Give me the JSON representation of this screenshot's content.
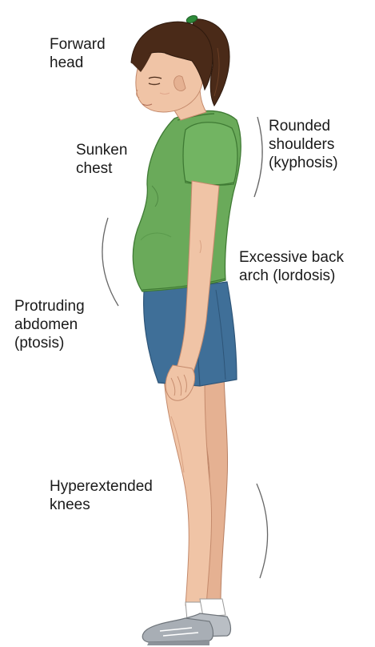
{
  "labels": {
    "forward_head": "Forward\nhead",
    "sunken_chest": "Sunken\nchest",
    "rounded_shoulders": "Rounded\nshoulders\n(kyphosis)",
    "excessive_back_arch": "Excessive back\narch (lordosis)",
    "protruding_abdomen": "Protruding\nabdomen\n(ptosis)",
    "hyperextended_knees": "Hyperextended\nknees"
  },
  "colors": {
    "shirt": "#6aaa5a",
    "shirt_shadow": "#4f8a43",
    "shorts": "#3f6f98",
    "shorts_shadow": "#2e5578",
    "skin": "#f0c4a6",
    "skin_shadow": "#d9a283",
    "hair": "#4a2a18",
    "hair_tie": "#2e8b3a",
    "sock": "#ffffff",
    "shoe": "#a8aeb5",
    "callout_line": "#666666"
  },
  "icons": {
    "figure": "standing-posture-figure"
  }
}
